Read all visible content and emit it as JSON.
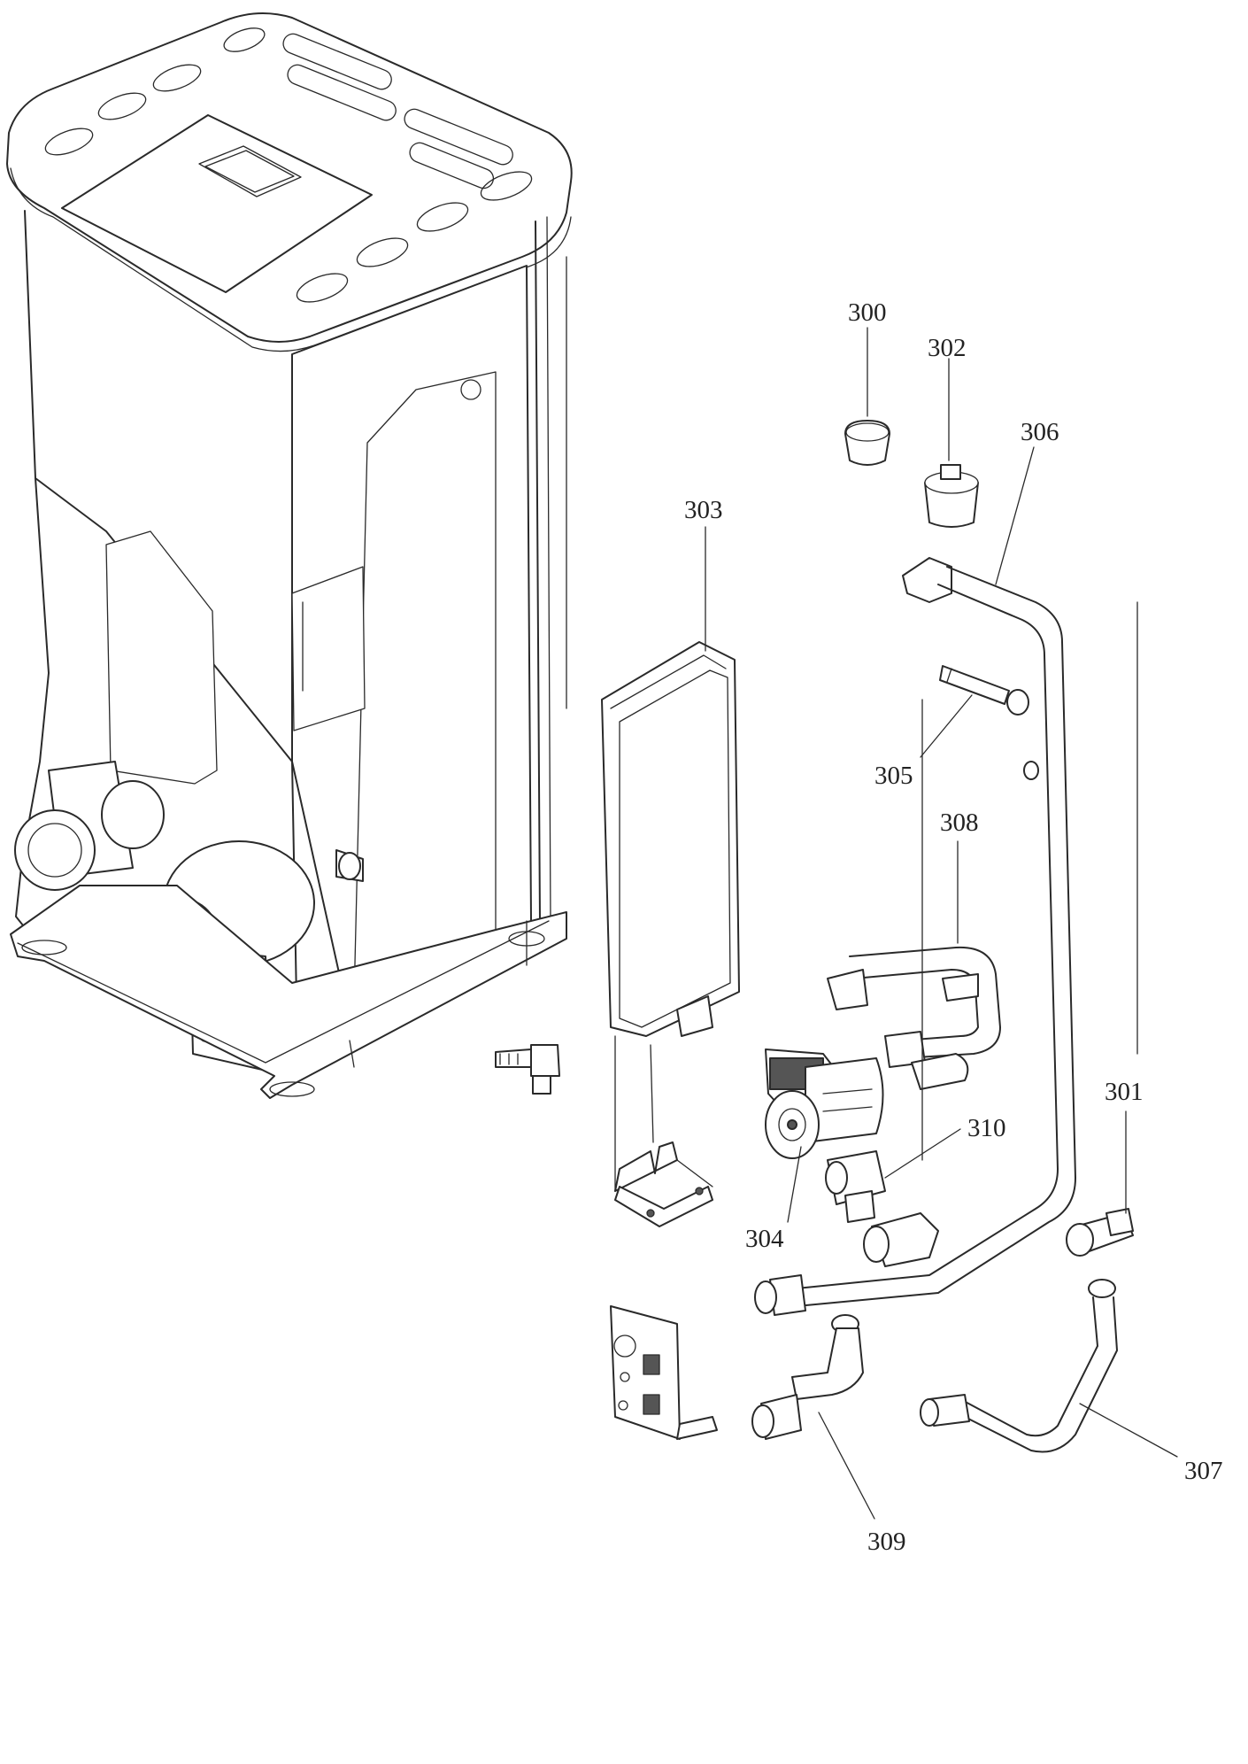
{
  "parts": [
    {
      "id": "p300",
      "label": "300"
    },
    {
      "id": "p301",
      "label": "301"
    },
    {
      "id": "p302",
      "label": "302"
    },
    {
      "id": "p303",
      "label": "303"
    },
    {
      "id": "p304",
      "label": "304"
    },
    {
      "id": "p305",
      "label": "305"
    },
    {
      "id": "p306",
      "label": "306"
    },
    {
      "id": "p307",
      "label": "307"
    },
    {
      "id": "p308",
      "label": "308"
    },
    {
      "id": "p309",
      "label": "309"
    },
    {
      "id": "p310",
      "label": "310"
    }
  ]
}
